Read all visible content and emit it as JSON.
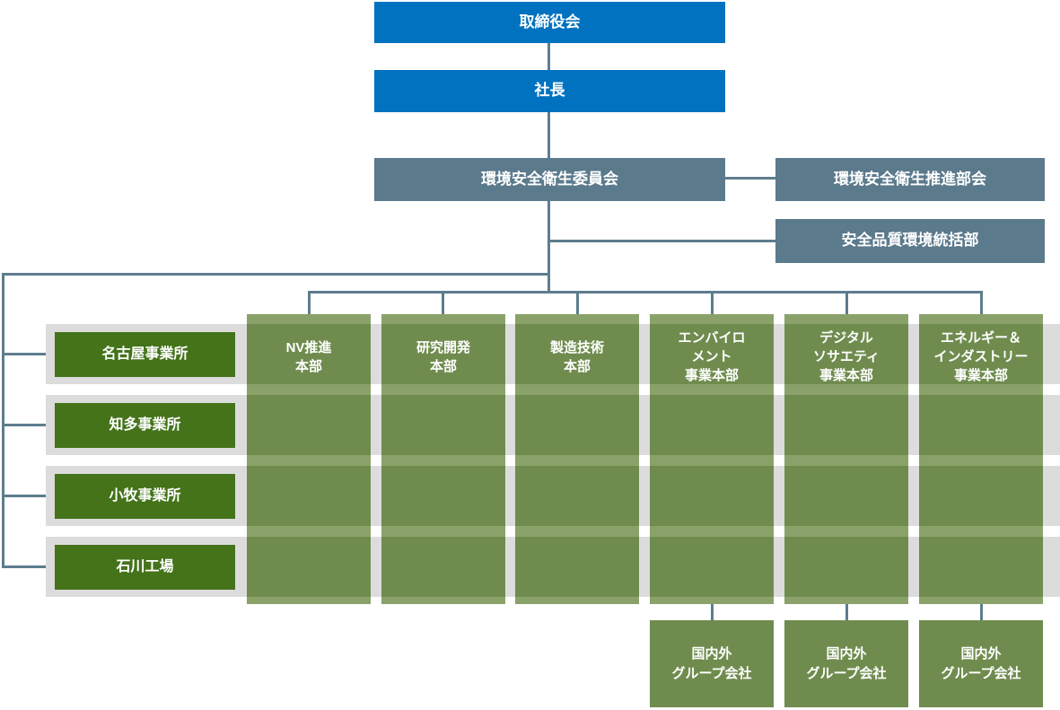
{
  "nodes": {
    "board": "取締役会",
    "president": "社長",
    "committee": "環境安全衛生委員会",
    "subcommittee": "環境安全衛生推進部会",
    "control_dept": "安全品質環境統括部"
  },
  "sites": [
    "名古屋事業所",
    "知多事業所",
    "小牧事業所",
    "石川工場"
  ],
  "divisions": [
    {
      "label": "NV推進\n本部"
    },
    {
      "label": "研究開発\n本部"
    },
    {
      "label": "製造技術\n本部"
    },
    {
      "label": "エンバイロ\nメント\n事業本部",
      "group_company": "国内外\nグループ会社"
    },
    {
      "label": "デジタル\nソサエティ\n事業本部",
      "group_company": "国内外\nグループ会社"
    },
    {
      "label": "エネルギー＆\nインダストリー\n事業本部",
      "group_company": "国内外\nグループ会社"
    }
  ],
  "colors": {
    "executive_blue": "#0072c0",
    "committee_slate": "#5b7a8c",
    "site_green": "#44731a",
    "division_olive": "#6f8c4e",
    "division_olive_light": "#8aa26a",
    "row_band_gray": "#dcdcdc",
    "connector": "#5d7d8e"
  }
}
